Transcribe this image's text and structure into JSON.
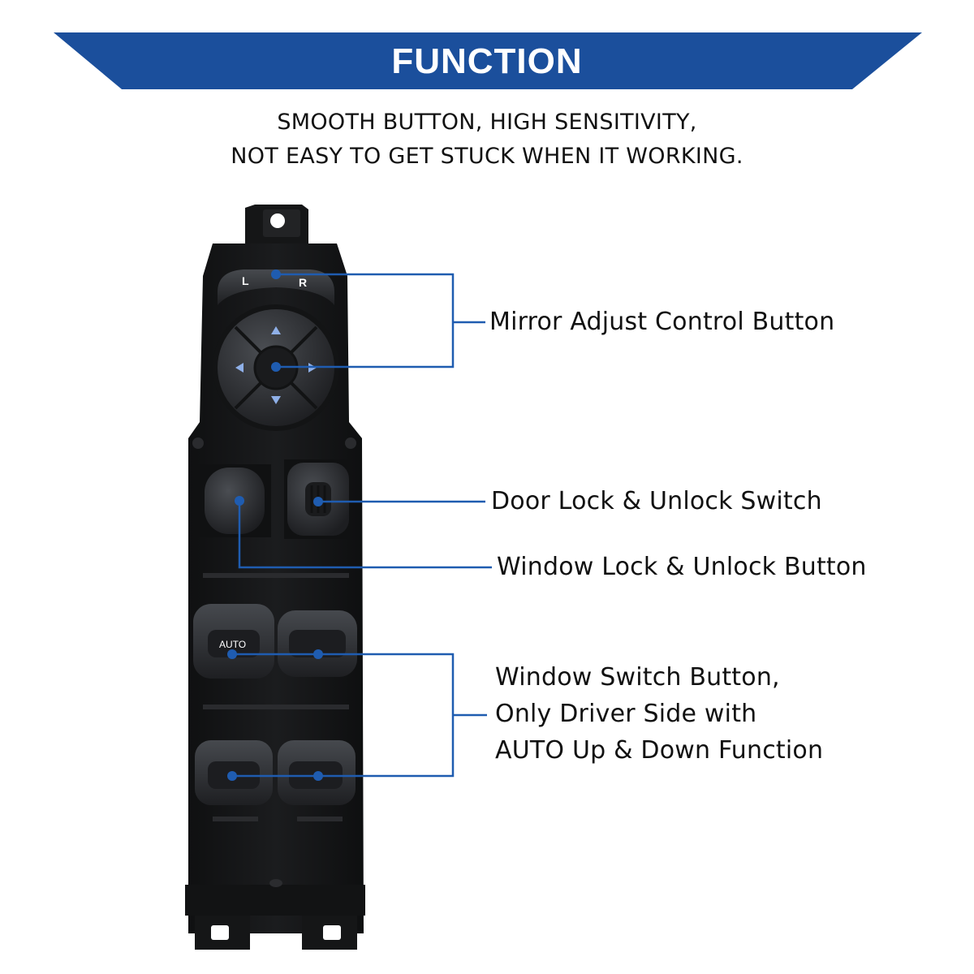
{
  "header": {
    "title": "FUNCTION",
    "subtitle_lines": [
      "SMOOTH BUTTON, HIGH SENSITIVITY,",
      "NOT EASY TO GET STUCK WHEN IT WORKING."
    ]
  },
  "product": {
    "mirror_left_label": "L",
    "mirror_right_label": "R",
    "auto_label": "AUTO"
  },
  "callouts": {
    "mirror": "Mirror Adjust Control Button",
    "door_lock": "Door Lock & Unlock Switch",
    "window_lock": "Window Lock & Unlock Button",
    "window_switch_lines": [
      "Window Switch Button,",
      "Only Driver Side with",
      "AUTO Up & Down Function"
    ]
  },
  "colors": {
    "banner": "#1b4f9c",
    "leader_line": "#1f5cb0",
    "body": "#141516",
    "button": "#2a2c2f"
  },
  "icons": [
    "up-arrow-icon",
    "down-arrow-icon",
    "left-arrow-icon",
    "right-arrow-icon"
  ]
}
